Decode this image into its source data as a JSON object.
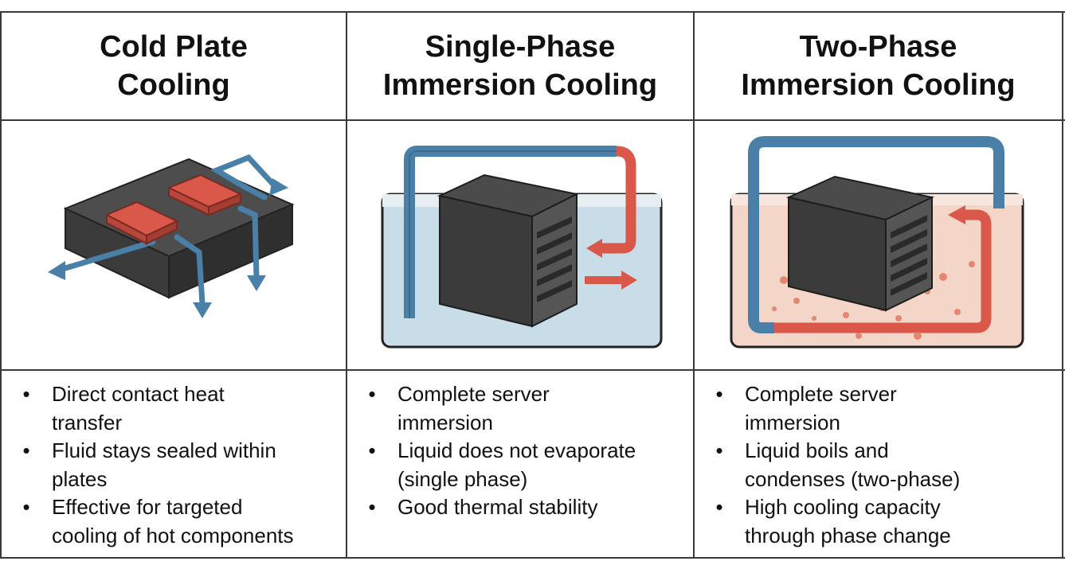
{
  "columns": [
    {
      "id": "cold-plate",
      "title_lines": [
        "Cold Plate",
        "Cooling"
      ],
      "bullets": [
        {
          "lines": [
            "Direct contact heat",
            "transfer"
          ]
        },
        {
          "lines": [
            "Fluid stays sealed within",
            "plates"
          ]
        },
        {
          "lines": [
            "Effective for targeted",
            "cooling of hot components"
          ]
        }
      ]
    },
    {
      "id": "single-phase",
      "title_lines": [
        "Single-Phase",
        "Immersion Cooling"
      ],
      "bullets": [
        {
          "lines": [
            "Complete server",
            "immersion"
          ]
        },
        {
          "lines": [
            "Liquid does not evaporate",
            "(single phase)"
          ]
        },
        {
          "lines": [
            "Good thermal stability"
          ]
        }
      ]
    },
    {
      "id": "two-phase",
      "title_lines": [
        "Two-Phase",
        "Immersion Cooling"
      ],
      "bullets": [
        {
          "lines": [
            "Complete server",
            "immersion"
          ]
        },
        {
          "lines": [
            "Liquid boils and",
            "condenses (two-phase)"
          ]
        },
        {
          "lines": [
            "High cooling capacity",
            "through phase change"
          ]
        }
      ]
    }
  ],
  "bullet_glyph": "•",
  "colors": {
    "cold_fluid": "#4a7fa7",
    "hot_fluid": "#d9584a",
    "server_gray": "#565656",
    "cold_tank_liquid": "#c8dde8",
    "hot_tank_liquid": "#f3d6c8",
    "grid_line": "#3a3a3a"
  },
  "icons": [
    "cold-plate-illustration",
    "single-phase-tank-illustration",
    "two-phase-tank-illustration"
  ]
}
